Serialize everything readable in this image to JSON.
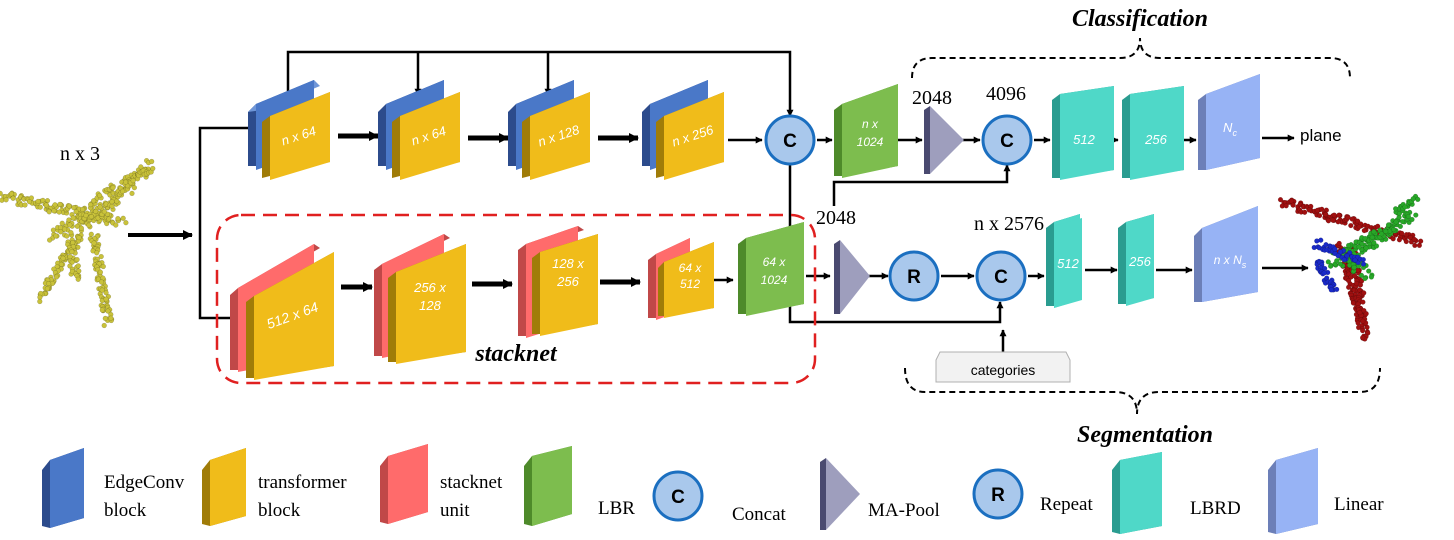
{
  "colors": {
    "edgeconv": "#4a78c8",
    "transformer": "#f0bc1a",
    "stacknet": "#ff6b6b",
    "lbr": "#7dbd4e",
    "lbrd": "#4fd8c8",
    "linear": "#97b3f5",
    "concat": "#a9c8ec",
    "concat_stroke": "#1b6fc0",
    "stacknet_box": "#e02020",
    "pointcloud": "#c9c23a",
    "seg_red": "#a01010",
    "seg_green": "#28a828",
    "seg_blue": "#1a2ac8"
  },
  "input": {
    "label": "n x 3"
  },
  "classification": {
    "title": "Classification",
    "dim_2048": "2048",
    "dim_4096": "4096",
    "output": "plane"
  },
  "segmentation": {
    "title": "Segmentation",
    "dim_2048": "2048",
    "dim_2576": "n x 2576",
    "categories": "categories"
  },
  "stacknet": {
    "title": "stacknet"
  },
  "blocks": {
    "t1": "n x 64",
    "t2": "n x 64",
    "t3": "n x 128",
    "t4": "n x 256",
    "lbr_top_1": "n x",
    "lbr_top_2": "1024",
    "s1": "512 x 64",
    "s2_1": "256 x",
    "s2_2": "128",
    "s3_1": "128 x",
    "s3_2": "256",
    "s4_1": "64 x",
    "s4_2": "512",
    "lbr_bot_1": "64 x",
    "lbr_bot_2": "1024",
    "cls_lbrd1": "512",
    "cls_lbrd2": "256",
    "cls_linear": "N",
    "seg_lbrd1": "512",
    "seg_lbrd2": "256",
    "seg_linear": "n x N",
    "sub_c": "c",
    "sub_s": "s"
  },
  "nodes": {
    "concat": "C",
    "repeat": "R"
  },
  "legend": {
    "edgeconv_1": "EdgeConv",
    "edgeconv_2": "block",
    "transformer_1": "transformer",
    "transformer_2": "block",
    "stacknet_1": "stacknet",
    "stacknet_2": "unit",
    "lbr": "LBR",
    "concat": "Concat",
    "mapool": "MA-Pool",
    "repeat": "Repeat",
    "lbrd": "LBRD",
    "linear": "Linear"
  }
}
